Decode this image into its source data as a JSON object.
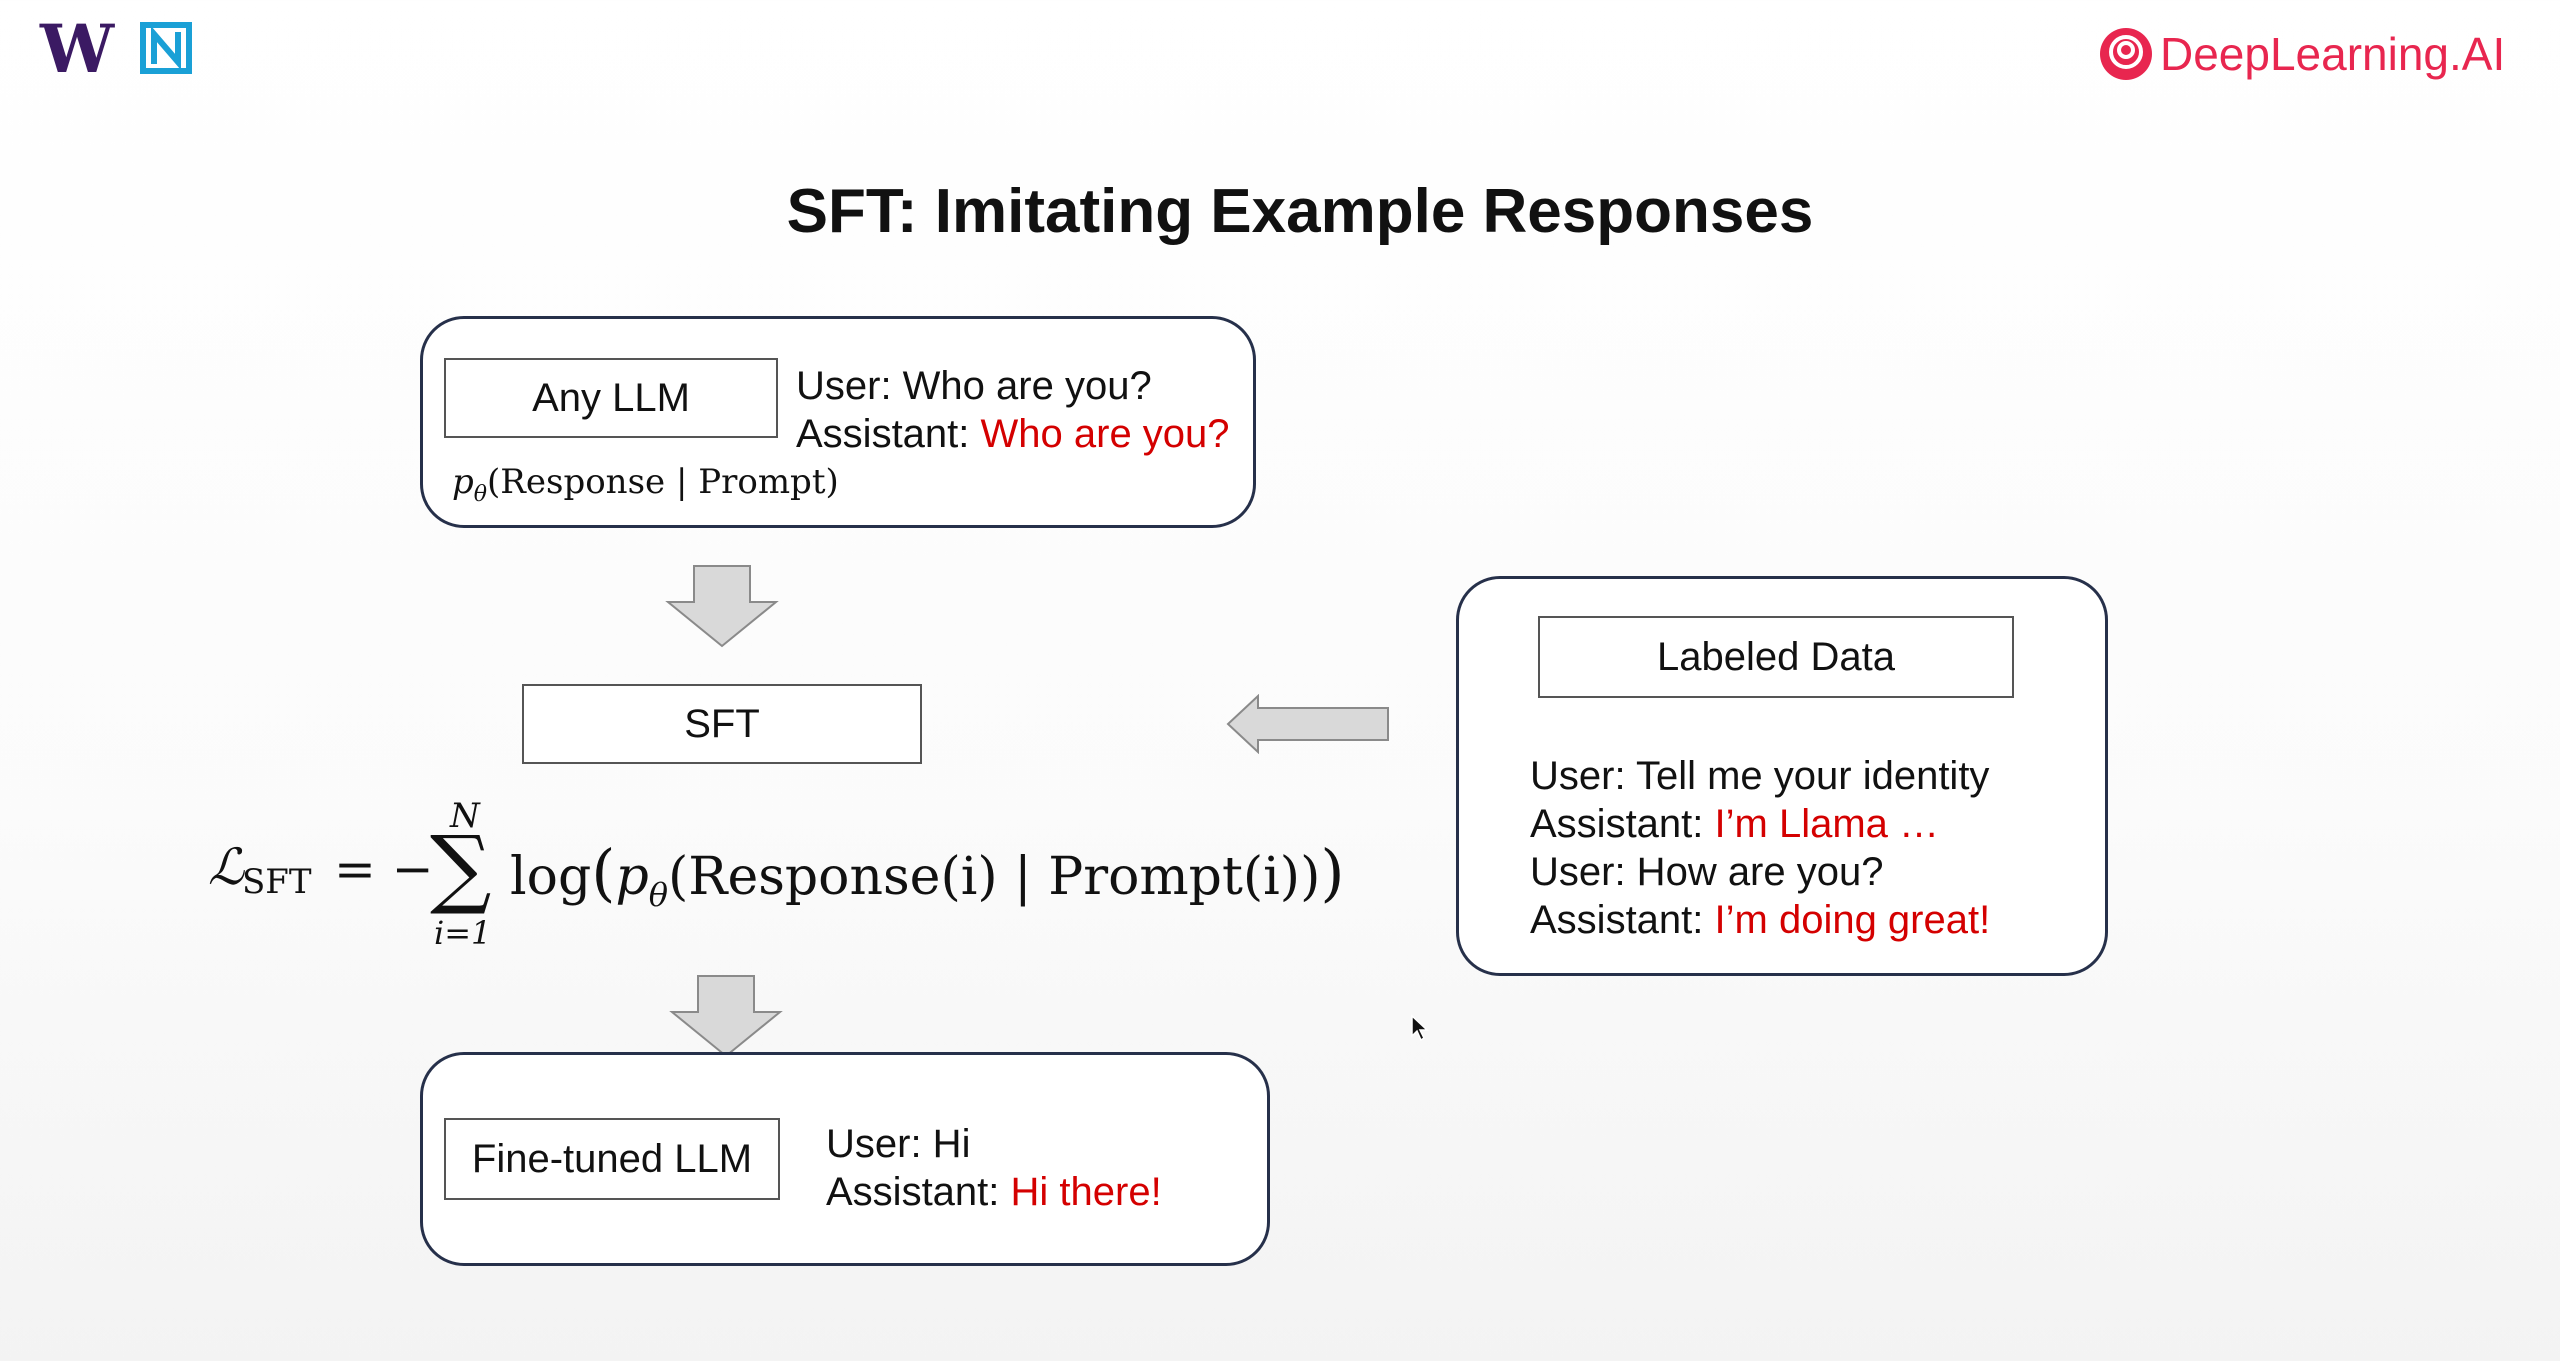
{
  "header": {
    "logo_left_1": "W",
    "logo_left_2": "N",
    "brand": "DeepLearning.AI"
  },
  "slide": {
    "title": "SFT: Imitating Example Responses",
    "top_box": {
      "model_label": "Any LLM",
      "user_line": "User: Who are you?",
      "assistant_prefix": "Assistant: ",
      "assistant_reply": "Who are you?",
      "prob_p": "p",
      "prob_theta": "θ",
      "prob_rest": "(Response | Prompt)"
    },
    "sft_label": "SFT",
    "loss": {
      "L": "ℒ",
      "sub": "SFT",
      "equals": "= −",
      "sigma": "∑",
      "upper": "N",
      "lower": "i=1",
      "log": "log",
      "open": "(",
      "p": "p",
      "theta": "θ",
      "body": "(Response(i) | Prompt(i))",
      "close": ")"
    },
    "labeled_box": {
      "title": "Labeled Data",
      "lines": [
        {
          "prefix": "User: Tell me your identity",
          "reply": ""
        },
        {
          "prefix": "Assistant: ",
          "reply": "I’m Llama …"
        },
        {
          "prefix": "User: How are you?",
          "reply": ""
        },
        {
          "prefix": "Assistant: ",
          "reply": "I’m doing great!"
        }
      ]
    },
    "bottom_box": {
      "model_label": "Fine-tuned LLM",
      "user_line": "User: Hi",
      "assistant_prefix": "Assistant: ",
      "assistant_reply": "Hi there!"
    }
  },
  "colors": {
    "accent_red": "#d40000",
    "box_border": "#26304a",
    "arrow_fill": "#d9d9d9",
    "brand_red": "#e8264f",
    "logo_purple": "#3b1a63",
    "logo_blue": "#1aa0d6"
  },
  "icons": [
    "uw-logo-icon",
    "n-logo-icon",
    "deeplearning-logo-icon",
    "down-arrow-icon",
    "left-arrow-icon",
    "mouse-cursor-icon"
  ]
}
